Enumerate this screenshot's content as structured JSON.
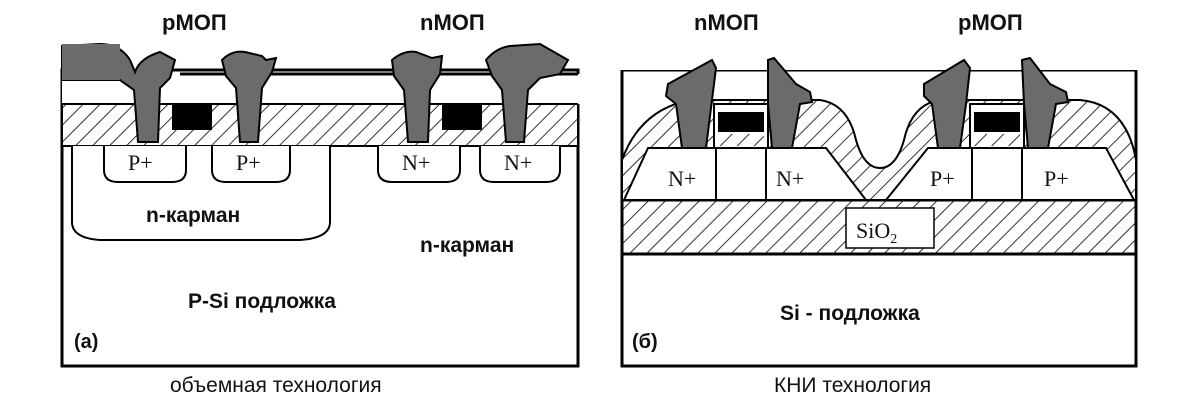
{
  "panel_a": {
    "label_left": "pМОП",
    "label_right": "nМОП",
    "doping": [
      "P+",
      "P+",
      "N+",
      "N+"
    ],
    "well_left": "n-карман",
    "well_right": "n-карман",
    "substrate": "P-Si подложка",
    "tag": "(а)",
    "caption": "объемная технология"
  },
  "panel_b": {
    "label_left": "nМОП",
    "label_right": "pМОП",
    "doping": [
      "N+",
      "N+",
      "P+",
      "P+"
    ],
    "oxide": "SiO2",
    "oxide_base": "SiO",
    "oxide_sub": "2",
    "substrate": "Si - подложка",
    "tag": "(б)",
    "caption": "КНИ технология"
  },
  "colors": {
    "metal": "#6b6b6b",
    "gate": "#000000",
    "outline": "#000000",
    "hatch": "#444444"
  }
}
